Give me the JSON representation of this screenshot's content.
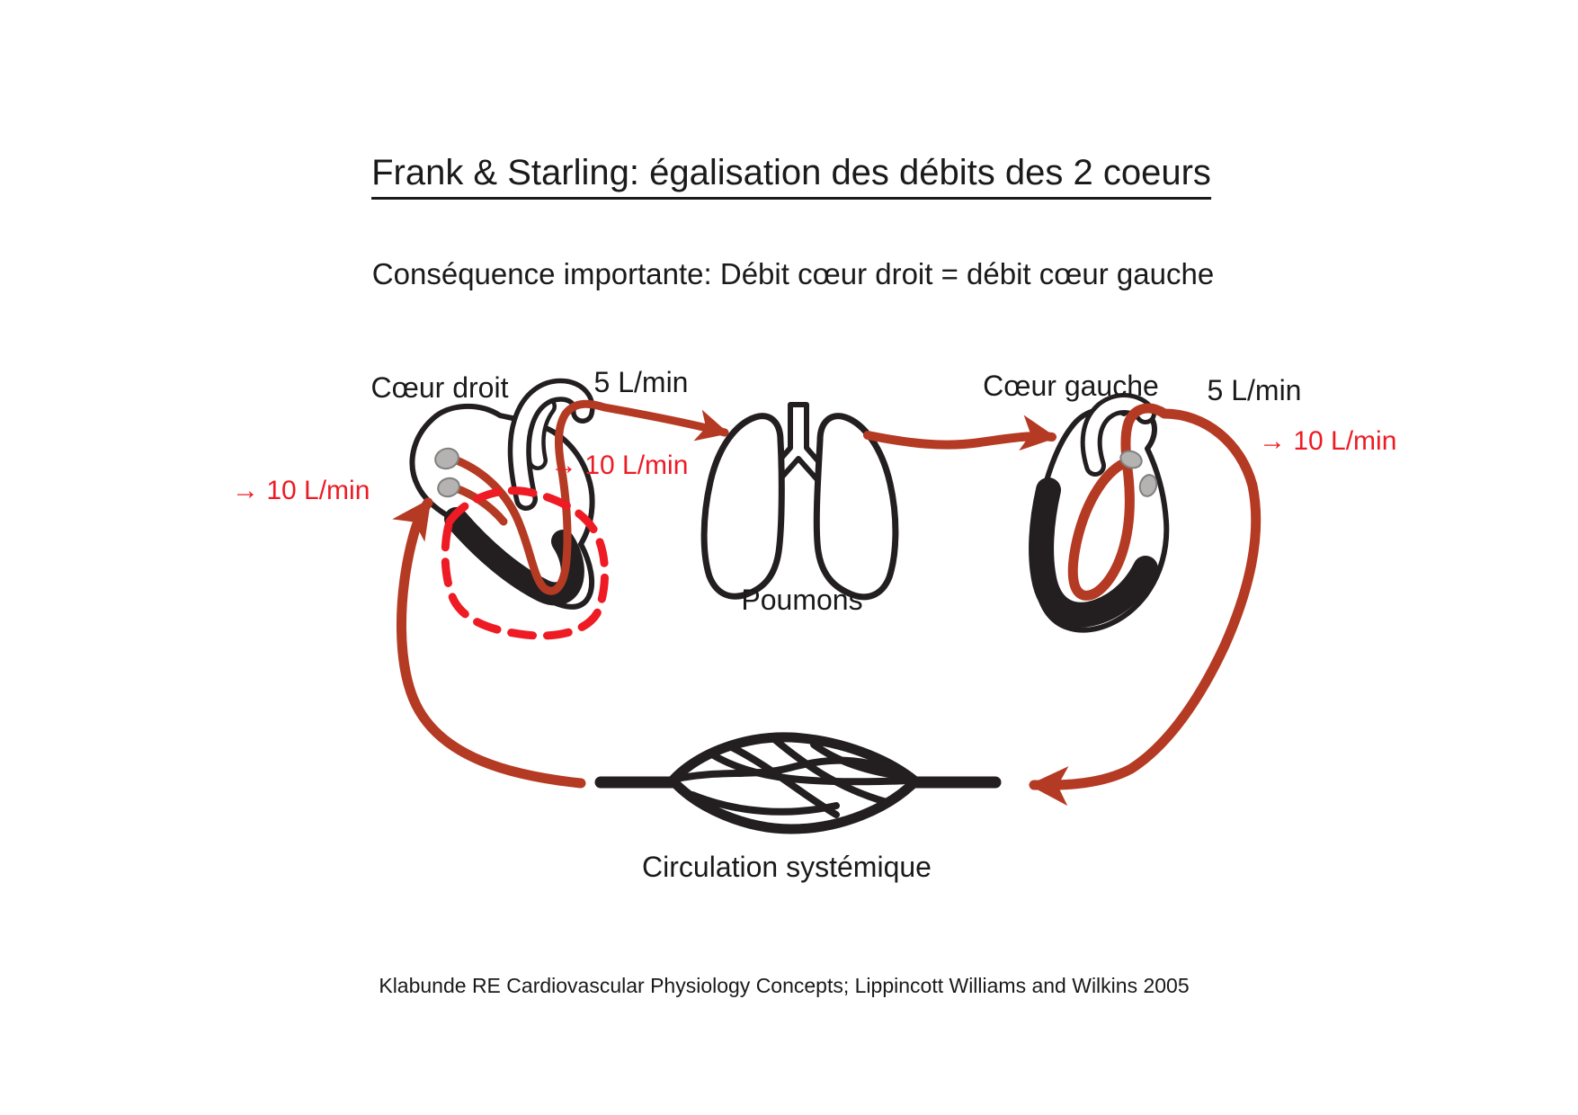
{
  "title": "Frank & Starling: égalisation des débits des 2 coeurs",
  "subtitle": "Conséquence importante: Débit cœur droit = débit cœur gauche",
  "labels": {
    "right_heart": "Cœur droit",
    "left_heart": "Cœur gauche",
    "lungs": "Poumons",
    "systemic_circulation": "Circulation systémique",
    "flow_out_right_heart": "5 L/min",
    "flow_out_left_heart": "5 L/min",
    "flow_10_systemic_return": "→ 10 L/min",
    "flow_10_right_heart": "→ 10 L/min",
    "flow_10_left_heart": "→ 10 L/min"
  },
  "citation": "Klabunde RE Cardiovascular Physiology Concepts; Lippincott Williams and Wilkins 2005",
  "colors": {
    "arrow_red": "#b53a24",
    "highlight_red": "#ee1b24",
    "ink_black": "#231f20",
    "vessel_gray": "#b5b2b2"
  }
}
